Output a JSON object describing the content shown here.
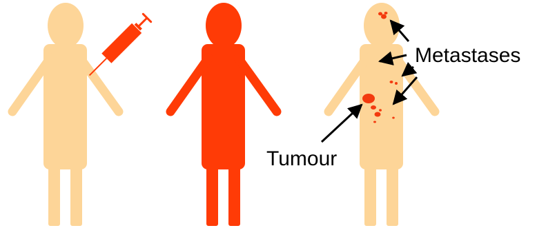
{
  "colors": {
    "skin": "#FDD598",
    "red": "#FF3B06",
    "lesion": "#F33A0E",
    "arrow": "#000000",
    "background": "#FFFFFF"
  },
  "figures": [
    {
      "name": "figure-injected",
      "fill": "skin",
      "accessory": "syringe-icon"
    },
    {
      "name": "figure-affected",
      "fill": "red"
    },
    {
      "name": "figure-tumour",
      "fill": "skin"
    }
  ],
  "labels": {
    "metastases": "Metastases",
    "tumour": "Tumour"
  }
}
